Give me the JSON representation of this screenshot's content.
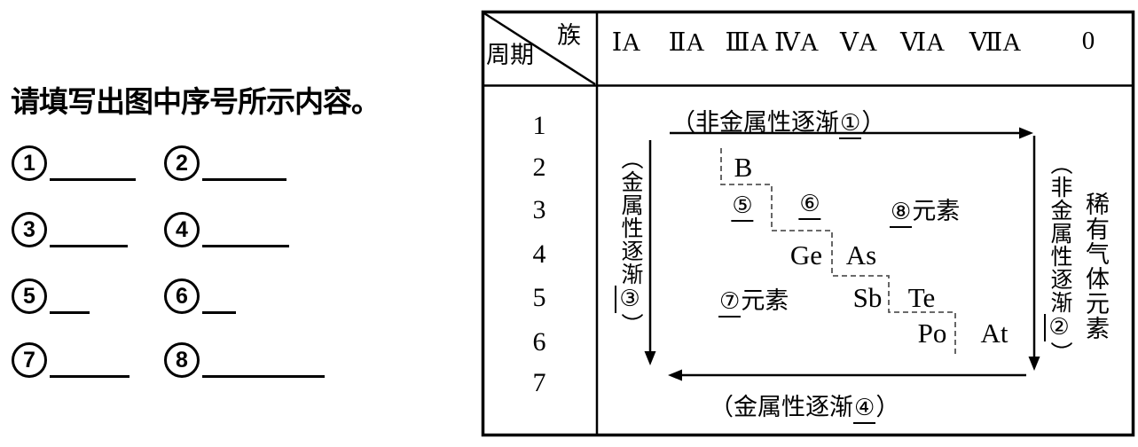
{
  "left_panel": {
    "heading": "请填写出图中序号所示内容。",
    "rows": [
      {
        "l": "1",
        "r": "2"
      },
      {
        "l": "3",
        "r": "4"
      },
      {
        "l": "5",
        "r": "6"
      },
      {
        "l": "7",
        "r": "8"
      }
    ]
  },
  "diagram": {
    "corner": {
      "top_right": "族",
      "bottom_left": "周期"
    },
    "group_headers": [
      "ⅠA",
      "ⅡA",
      "ⅢA",
      "ⅣA",
      "ⅤA",
      "ⅥA",
      "ⅦA",
      "0"
    ],
    "periods": [
      "1",
      "2",
      "3",
      "4",
      "5",
      "6",
      "7"
    ],
    "trends": {
      "top": {
        "prefix": "（非金属性逐渐",
        "num": "①",
        "suffix": "）"
      },
      "bottom": {
        "prefix": "（金属性逐渐",
        "num": "④",
        "suffix": "）"
      },
      "left": {
        "prefix": "（金属性逐渐",
        "num": "③",
        "suffix": "）"
      },
      "right": {
        "prefix": "（非金属性逐渐",
        "num": "②",
        "suffix": "）"
      }
    },
    "noble_gas_label": "稀有气体元素",
    "elements": {
      "boron": "B",
      "germanium": "Ge",
      "arsenic": "As",
      "antimony": "Sb",
      "tellurium": "Te",
      "polonium": "Po",
      "astatine": "At",
      "blank5": "⑤",
      "blank6": "⑥",
      "blank7": {
        "num": "⑦",
        "suffix": "元素"
      },
      "blank8": {
        "num": "⑧",
        "suffix": "元素"
      }
    }
  }
}
